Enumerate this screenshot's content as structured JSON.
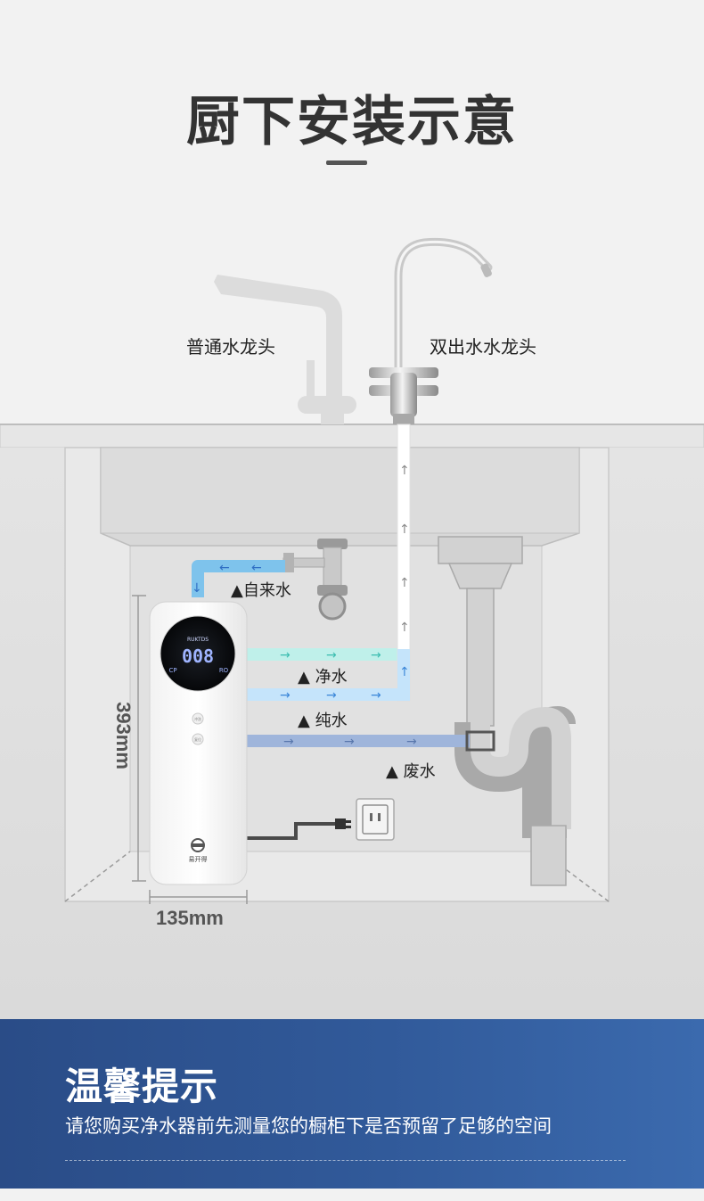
{
  "title": "厨下安装示意",
  "labels": {
    "normal_faucet": "普通水龙头",
    "dual_faucet": "双出水水龙头",
    "tap_water": "▲自来水",
    "clean_water": "▲ 净水",
    "pure_water": "▲ 纯水",
    "waste_water": "▲ 废水"
  },
  "dimensions": {
    "height": "393mm",
    "width": "135mm"
  },
  "purifier": {
    "display_top": "RUKTDS",
    "display_value": "008",
    "display_left": "CP",
    "display_right": "RO",
    "button_1": "冲洗",
    "button_2": "复位",
    "brand": "易开得"
  },
  "tips": {
    "title": "温馨提示",
    "body": "请您购买净水器前先测量您的橱柜下是否预留了足够的空间"
  },
  "colors": {
    "tap_water_pipe": "#7ec3ec",
    "clean_water_pipe": "#bff0ea",
    "pure_water_pipe": "#c5e4fb",
    "waste_water_pipe": "#9fb5db",
    "tips_background": "#2f5898"
  }
}
